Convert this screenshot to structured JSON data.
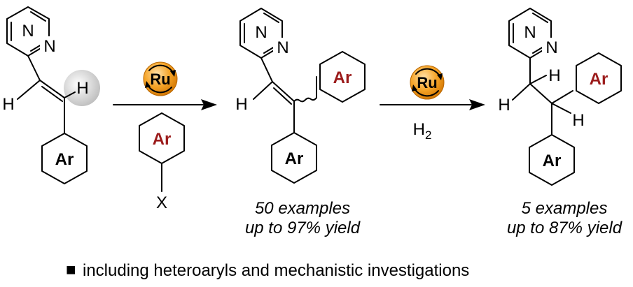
{
  "colors": {
    "ar_dark": "#000000",
    "ar_red": "#9b1b1b",
    "ru_orange": "#f39a1e",
    "highlight_gray": "#d9d9d9"
  },
  "labels": {
    "N": "N",
    "H": "H",
    "Ar": "Ar",
    "X": "X",
    "Ru": "Ru",
    "H2_main": "H",
    "H2_sub": "2"
  },
  "products": {
    "first": {
      "line1": "50 examples",
      "line2": "up to 97% yield"
    },
    "second": {
      "line1": "5 examples",
      "line2": "up to 87% yield"
    }
  },
  "footnote": {
    "bullet": "■",
    "text": "including heteroaryls and mechanistic investigations"
  }
}
